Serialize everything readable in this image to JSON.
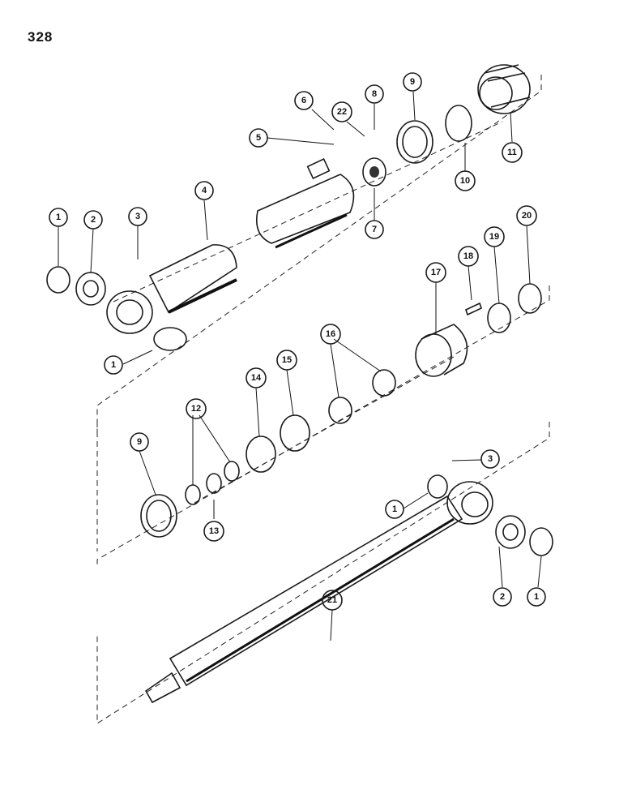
{
  "page_number": "328",
  "callouts": [
    {
      "id": "c1a",
      "label": "1"
    },
    {
      "id": "c2a",
      "label": "2"
    },
    {
      "id": "c3a",
      "label": "3"
    },
    {
      "id": "c4",
      "label": "4"
    },
    {
      "id": "c5",
      "label": "5"
    },
    {
      "id": "c6",
      "label": "6"
    },
    {
      "id": "c22",
      "label": "22"
    },
    {
      "id": "c8",
      "label": "8"
    },
    {
      "id": "c9a",
      "label": "9"
    },
    {
      "id": "c10",
      "label": "10"
    },
    {
      "id": "c11",
      "label": "11"
    },
    {
      "id": "c7",
      "label": "7"
    },
    {
      "id": "c1b",
      "label": "1"
    },
    {
      "id": "c17",
      "label": "17"
    },
    {
      "id": "c18",
      "label": "18"
    },
    {
      "id": "c19",
      "label": "19"
    },
    {
      "id": "c20",
      "label": "20"
    },
    {
      "id": "c16",
      "label": "16"
    },
    {
      "id": "c15",
      "label": "15"
    },
    {
      "id": "c14",
      "label": "14"
    },
    {
      "id": "c12",
      "label": "12"
    },
    {
      "id": "c9b",
      "label": "9"
    },
    {
      "id": "c13",
      "label": "13"
    },
    {
      "id": "c3b",
      "label": "3"
    },
    {
      "id": "c1c",
      "label": "1"
    },
    {
      "id": "c2b",
      "label": "2"
    },
    {
      "id": "c1d",
      "label": "1"
    },
    {
      "id": "c21",
      "label": "21"
    }
  ]
}
